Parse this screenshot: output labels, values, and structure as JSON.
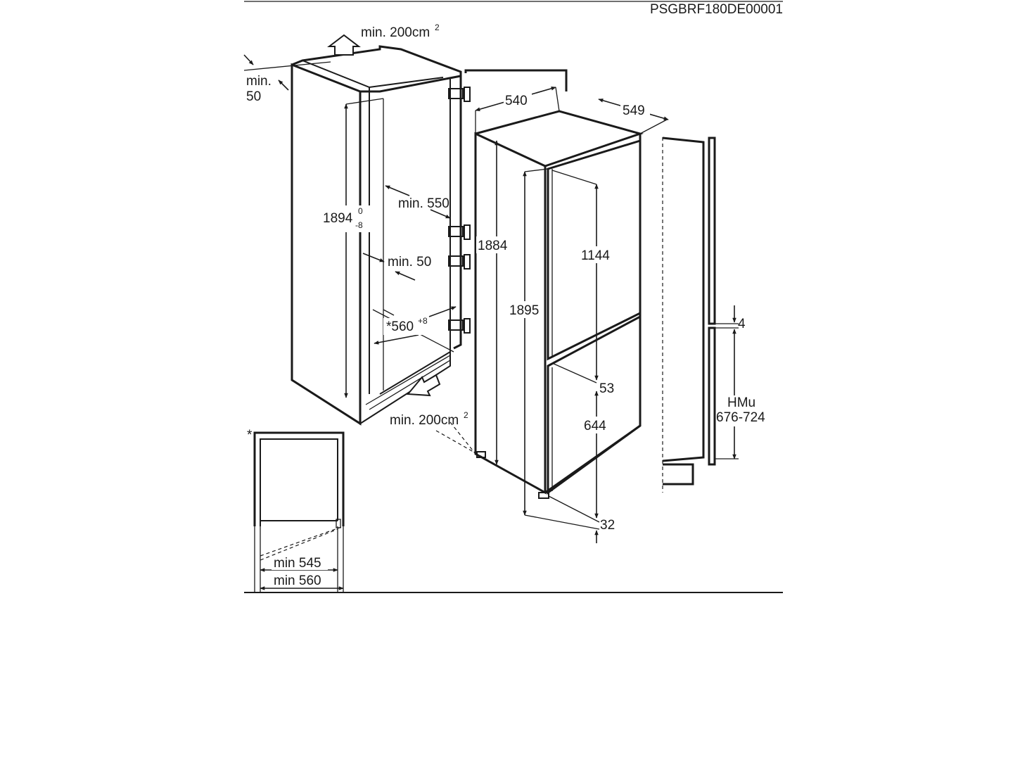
{
  "document_code": "PSGBRF180DE00001",
  "labels": {
    "vent_top": "min. 200cm",
    "vent_top_sup": "2",
    "vent_bottom": "min. 200cm",
    "vent_bottom_sup": "2",
    "gap_top_line1": "min.",
    "gap_top_line2": "50",
    "niche_height": "1894",
    "niche_height_tol_upper": "0",
    "niche_height_tol_lower": "-8",
    "niche_depth": "min. 550",
    "niche_gap": "min. 50",
    "niche_width": "*560",
    "niche_width_tol": "+8",
    "appliance_width": "540",
    "appliance_depth": "549",
    "appliance_height_body": "1884",
    "appliance_height_total": "1895",
    "upper_door": "1144",
    "door_gap": "53",
    "lower_door": "644",
    "bottom_offset": "32",
    "door_offset": "4",
    "hmu_label": "HMu",
    "hmu_range": "676-724",
    "asterisk": "*",
    "min_545": "min 545",
    "min_560": "min 560"
  }
}
